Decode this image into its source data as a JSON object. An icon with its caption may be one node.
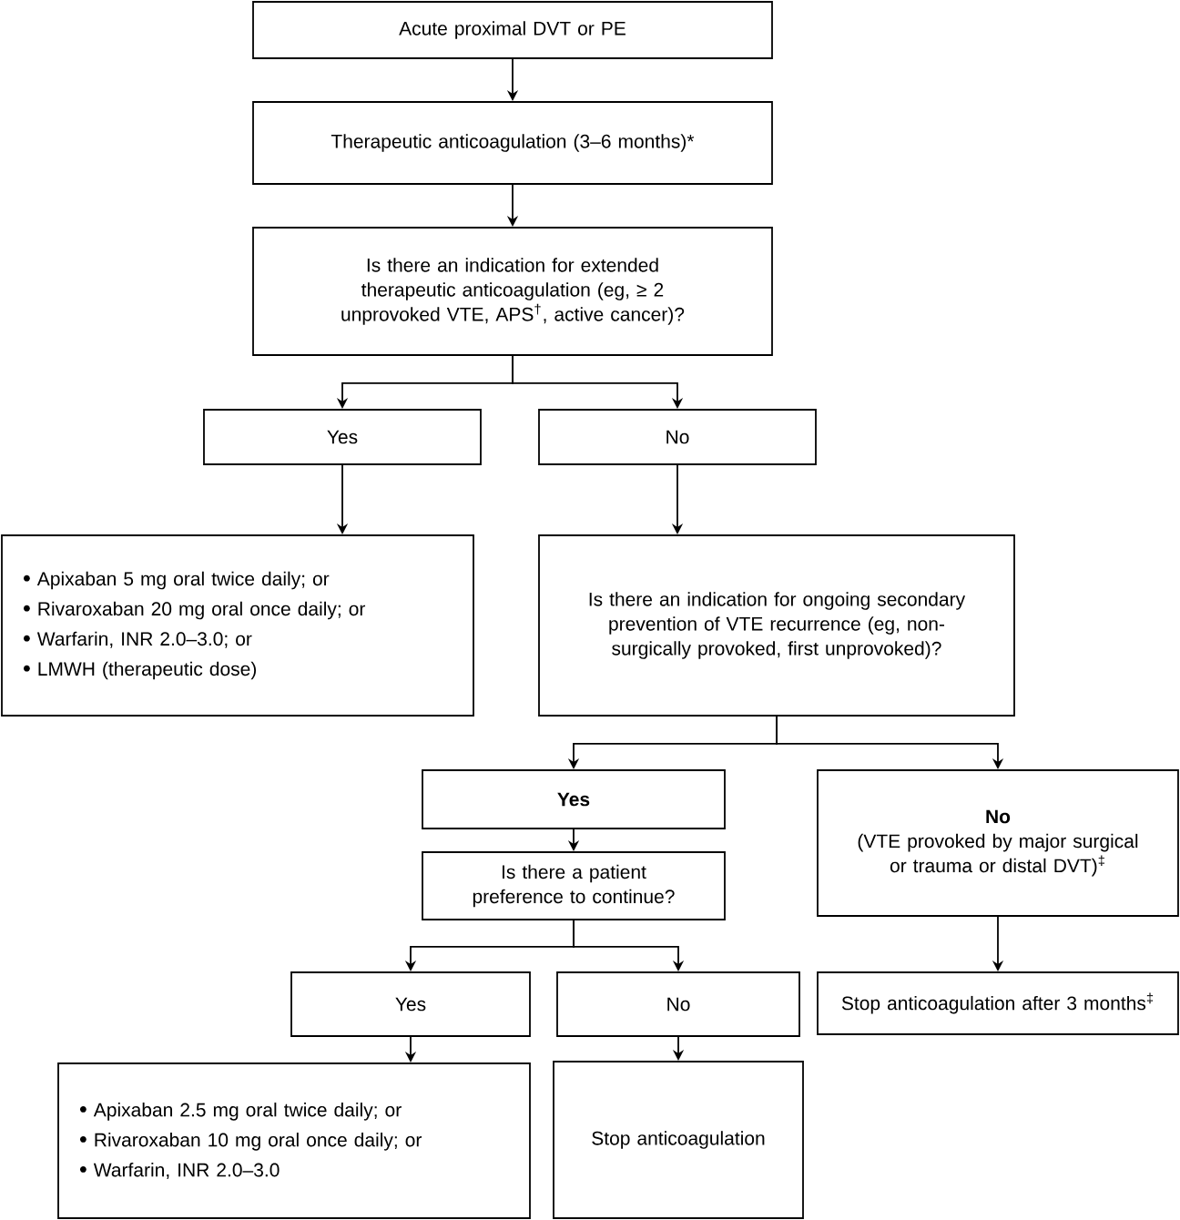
{
  "diagram": {
    "nodes": [
      {
        "text": [
          "Acute proximal DVT or PE"
        ]
      },
      {
        "text": [
          "Therapeutic anticoagulation (3–6 months)*"
        ]
      },
      {
        "text": [
          "Is there an indication for extended therapeutic anticoagulation (eg, ≥ 2 unprovoked VTE, APS$^{†}$, active cancer)?"
        ]
      },
      {
        "text": [
          "Yes"
        ]
      },
      {
        "text": [
          "No"
        ]
      },
      {
        "text": [
          "Apixaban 5 mg oral twice daily; or",
          "Rivaroxaban 20 mg oral once daily; or",
          "Warfarin, INR 2.0–3.0; or",
          "LMWH (therapeutic dose)"
        ]
      },
      {
        "text": [
          "Is there an indication for ongoing secondary prevention of VTE recurrence (eg, non-surgically provoked, first unprovoked)?"
        ]
      },
      {
        "text": [
          "Yes"
        ]
      },
      {
        "text": [
          "No",
          "(VTE provoked by major surgical or trauma or distal DVT)$^{‡}$"
        ]
      },
      {
        "text": [
          "Is there a patient preference to continue?"
        ]
      },
      {
        "text": [
          "Yes"
        ]
      },
      {
        "text": [
          "No"
        ]
      },
      {
        "text": [
          "Stop anticoagulation after 3 months$^{‡}$"
        ]
      },
      {
        "text": [
          "Apixaban 2.5 mg oral twice daily; or",
          "Rivaroxaban 10 mg oral once daily; or",
          "Warfarin, INR 2.0–3.0"
        ]
      },
      {
        "text": [
          "Stop anticoagulation"
        ]
      }
    ],
    "edges": [
      {
        "from": 0,
        "to": 1,
        "arrow": "to"
      },
      {
        "from": 1,
        "to": 2,
        "arrow": "to"
      },
      {
        "from": 2,
        "to": 3,
        "arrow": "to"
      },
      {
        "from": 2,
        "to": 4,
        "arrow": "to"
      },
      {
        "from": 3,
        "to": 5,
        "arrow": "to"
      },
      {
        "from": 4,
        "to": 6,
        "arrow": "to"
      },
      {
        "from": 6,
        "to": 7,
        "arrow": "to"
      },
      {
        "from": 6,
        "to": 8,
        "arrow": "to"
      },
      {
        "from": 7,
        "to": 9,
        "arrow": "to"
      },
      {
        "from": 9,
        "to": 10,
        "arrow": "to"
      },
      {
        "from": 9,
        "to": 11,
        "arrow": "to"
      },
      {
        "from": 8,
        "to": 12,
        "arrow": "to"
      },
      {
        "from": 10,
        "to": 13,
        "arrow": "to"
      },
      {
        "from": 11,
        "to": 14,
        "arrow": "to"
      }
    ]
  }
}
